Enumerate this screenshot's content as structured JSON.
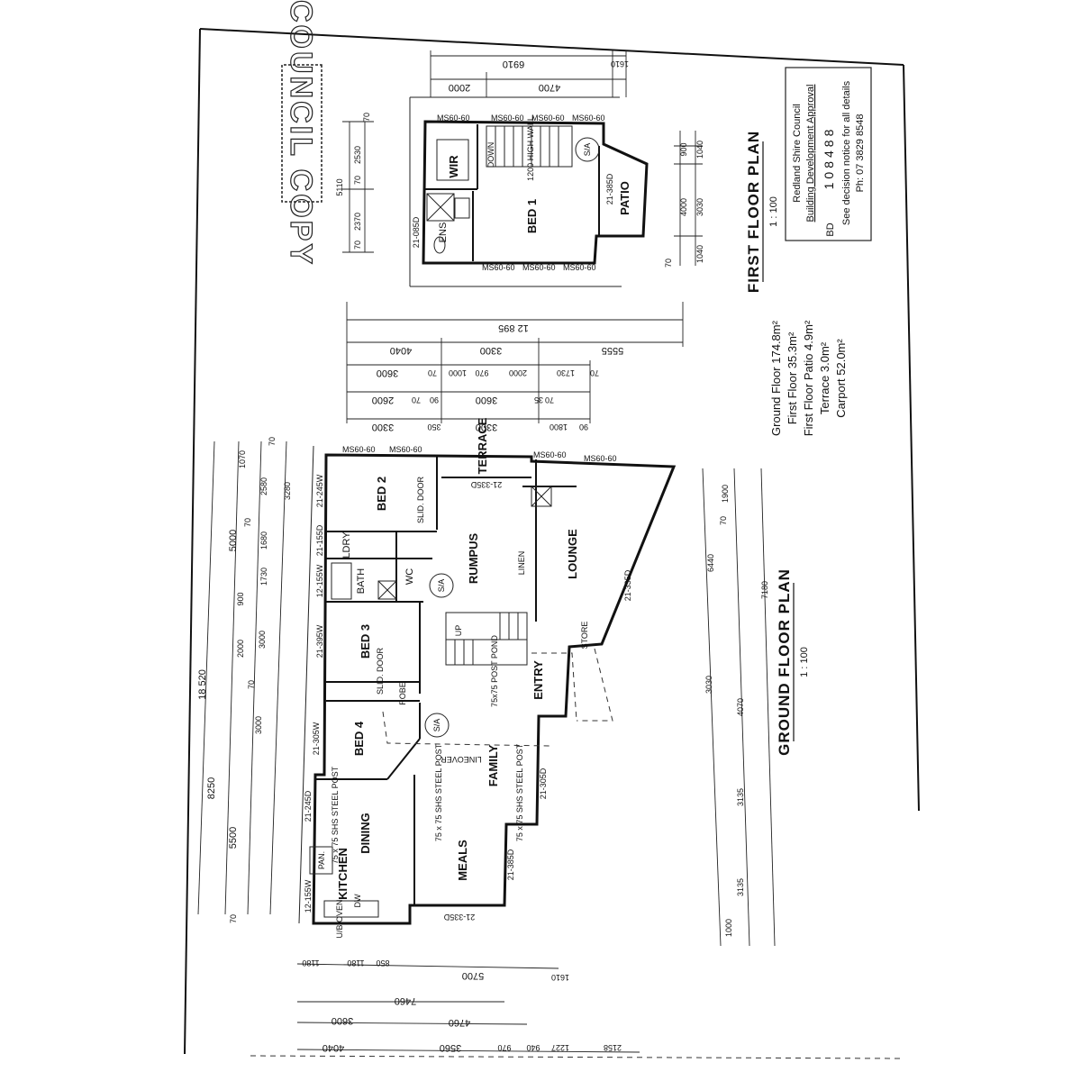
{
  "council_copy": "COUNCIL COPY",
  "stamp": {
    "line1": "Redland Shire Council",
    "line2": "Building Development Approval",
    "bd_label": "BD",
    "bd_number": "108488",
    "line3": "See decision notice for all details",
    "line4": "Ph: 07 3829 8548"
  },
  "first_floor": {
    "title": "FIRST FLOOR PLAN",
    "scale": "1 : 100",
    "rooms": {
      "wir": "WIR",
      "bed1": "BED 1",
      "patio": "PATIO",
      "ens": "ENS",
      "down": "DOWN",
      "wall_note": "1200 HIGH WALL",
      "sa": "S/A"
    },
    "windows": [
      "MS60-60",
      "MS60-60",
      "MS60-60",
      "MS60-60",
      "MS60-60",
      "MS60-60",
      "MS60-60",
      "21-385D",
      "21-085D"
    ],
    "dims_top": [
      "6910",
      "1610",
      "2000",
      "4700"
    ],
    "dims_left": [
      "5110",
      "2530",
      "2370",
      "70",
      "70",
      "70"
    ],
    "dims_right": [
      "900",
      "1040",
      "4000",
      "3030",
      "1040",
      "70"
    ]
  },
  "areas": {
    "ground_floor": "Ground Floor   174.8m²",
    "first_floor": "First Floor   35.3m²",
    "first_floor_patio": "First Floor Patio   4.9m²",
    "terrace": "Terrace   3.0m²",
    "carport": "Carport   52.0m²"
  },
  "middle_dims": {
    "row1": [
      "12 895"
    ],
    "row2": [
      "4040",
      "3300",
      "5555"
    ],
    "row3": [
      "3600",
      "70",
      "1000",
      "970",
      "2000",
      "1730",
      "70"
    ],
    "row4": [
      "2600",
      "70",
      "90",
      "3600",
      "35",
      "70"
    ],
    "row5": [
      "3300",
      "350",
      "3300",
      "1800",
      "90"
    ]
  },
  "ground_floor": {
    "title": "GROUND FLOOR PLAN",
    "scale": "1 : 100",
    "rooms": {
      "bed2": "BED 2",
      "terrace": "TERRACE",
      "rumpus": "RUMPUS",
      "lounge": "LOUNGE",
      "ldry": "LDRY",
      "bath": "BATH",
      "wc": "WC",
      "bed3": "BED 3",
      "bed4": "BED 4",
      "entry": "ENTRY",
      "family": "FAMILY",
      "dining": "DINING",
      "meals": "MEALS",
      "kitchen": "KITCHEN",
      "pan": "PAN.",
      "store": "STORE",
      "linen": "LINEN",
      "robe": "ROBE",
      "sld_door": "SLID. DOOR",
      "pond": "75x75 POST POND",
      "sa": "S/A",
      "post1": "75 x 75 SHS STEEL POST",
      "post2": "75 x 75 SHS STEEL POST",
      "post3": "75 x 75 SHS STEEL POST",
      "oven": "U/B OVEN",
      "dw": "DW",
      "lineover": "LINEOVER",
      "up": "UP"
    },
    "windows": [
      "MS60-60",
      "MS60-60",
      "MS60-60",
      "MS60-60",
      "21-245W",
      "21-155D",
      "12-155W",
      "21-395W",
      "21-305W",
      "21-245D",
      "12-155W",
      "21-335D",
      "21-335D",
      "21-385D",
      "21-305D",
      "21-335D"
    ],
    "dims_left_outer": [
      "18 520",
      "8250",
      "5500",
      "5000"
    ],
    "dims_left_inner": [
      "1070",
      "2580",
      "3280",
      "1680",
      "1730",
      "900",
      "2000",
      "3000",
      "3000",
      "70",
      "70",
      "70",
      "70"
    ],
    "dims_right": [
      "1900",
      "6440",
      "7180",
      "3030",
      "4070",
      "3135",
      "3135",
      "1000",
      "70"
    ],
    "dims_bottom": [
      "1180",
      "1180",
      "850",
      "5700",
      "1610",
      "7460",
      "3600",
      "4760",
      "4040",
      "3560",
      "970",
      "940",
      "1227",
      "2158"
    ]
  }
}
